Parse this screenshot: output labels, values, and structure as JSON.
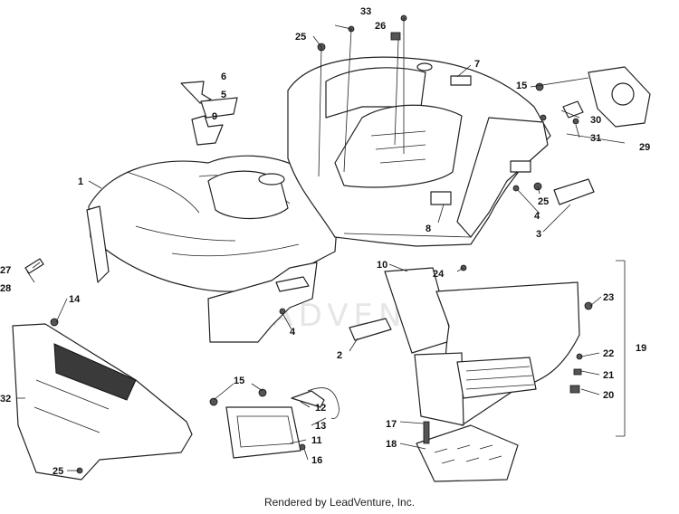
{
  "watermark": "LEADVENTURE",
  "footer": "Rendered by LeadVenture, Inc.",
  "callouts": [
    {
      "label": "33"
    },
    {
      "label": "26"
    },
    {
      "label": "25"
    },
    {
      "label": "7"
    },
    {
      "label": "15"
    },
    {
      "label": "30"
    },
    {
      "label": "31"
    },
    {
      "label": "29"
    },
    {
      "label": "6"
    },
    {
      "label": "5"
    },
    {
      "label": "9"
    },
    {
      "label": "1"
    },
    {
      "label": "8"
    },
    {
      "label": "25"
    },
    {
      "label": "4"
    },
    {
      "label": "3"
    },
    {
      "label": "27"
    },
    {
      "label": "28"
    },
    {
      "label": "10"
    },
    {
      "label": "24"
    },
    {
      "label": "14"
    },
    {
      "label": "23"
    },
    {
      "label": "4"
    },
    {
      "label": "2"
    },
    {
      "label": "19"
    },
    {
      "label": "22"
    },
    {
      "label": "21"
    },
    {
      "label": "20"
    },
    {
      "label": "32"
    },
    {
      "label": "15"
    },
    {
      "label": "12"
    },
    {
      "label": "13"
    },
    {
      "label": "11"
    },
    {
      "label": "16"
    },
    {
      "label": "17"
    },
    {
      "label": "18"
    },
    {
      "label": "25"
    }
  ]
}
